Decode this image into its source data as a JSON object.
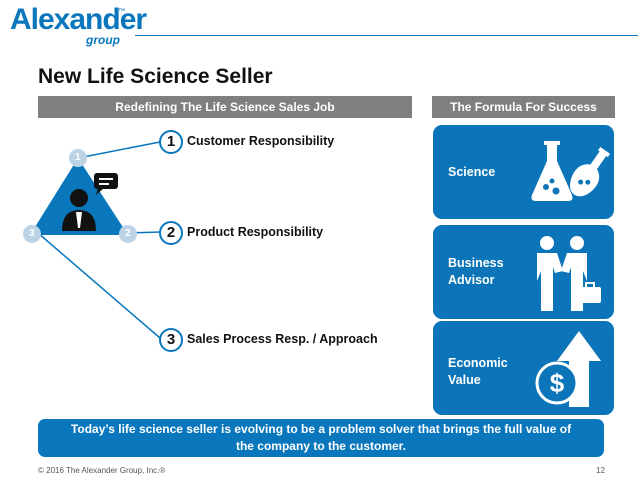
{
  "logo": {
    "word": "Alexander",
    "sub": "group",
    "tm": "™"
  },
  "title": "New Life Science Seller",
  "left_header": "Redefining The Life Science Sales Job",
  "right_header": "The Formula For Success",
  "triangle": {
    "corner_1": "1",
    "corner_2": "2",
    "corner_3": "3"
  },
  "responsibilities": [
    {
      "num": "1",
      "label": "Customer Responsibility"
    },
    {
      "num": "2",
      "label": "Product Responsibility"
    },
    {
      "num": "3",
      "label": "Sales Process Resp. / Approach"
    }
  ],
  "cards": [
    {
      "label": "Science",
      "icon": "lab-flasks-icon"
    },
    {
      "label": "Business Advisor",
      "icon": "handshake-icon"
    },
    {
      "label": "Economic Value",
      "icon": "dollar-growth-icon"
    }
  ],
  "banner": "Today’s life science seller is evolving to be a problem solver that brings the full value of the company to the customer.",
  "footer": {
    "copyright": "© 2016 The Alexander Group, Inc.®",
    "page": "12"
  },
  "colors": {
    "brand_blue": "#0a77bd",
    "card_blue": "#0c74b8",
    "header_gray": "#7f7f7f"
  }
}
